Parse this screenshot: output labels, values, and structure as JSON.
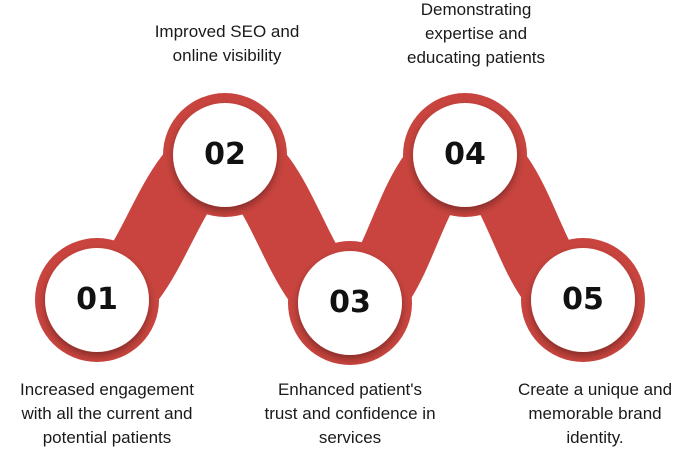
{
  "colors": {
    "accent": "#c9443e",
    "circle": "#ffffff"
  },
  "steps": [
    {
      "number": "01",
      "lines": [
        "Increased engagement",
        "with all the current and",
        "potential patients"
      ]
    },
    {
      "number": "02",
      "lines": [
        "Improved SEO and",
        "online visibility"
      ]
    },
    {
      "number": "03",
      "lines": [
        "Enhanced patient's",
        "trust and confidence in",
        "services"
      ]
    },
    {
      "number": "04",
      "lines": [
        "Demonstrating",
        "expertise and",
        "educating patients"
      ]
    },
    {
      "number": "05",
      "lines": [
        "Create a unique and",
        "memorable brand",
        "identity."
      ]
    }
  ]
}
